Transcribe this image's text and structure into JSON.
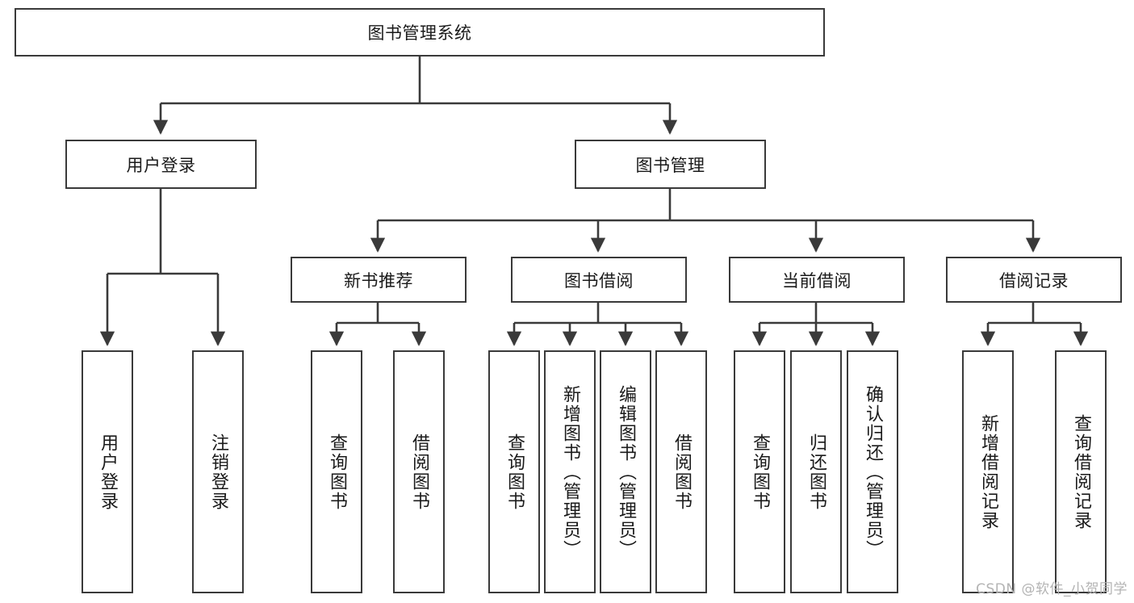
{
  "diagram": {
    "type": "tree",
    "title": "图书管理系统",
    "watermark": "CSDN @软件_小贺同学",
    "colors": {
      "stroke": "#3a3a3a",
      "fill": "#ffffff",
      "text": "#1a1a1a",
      "watermark": "#b4b4b4"
    },
    "nodes": {
      "root": {
        "label": "图书管理系统",
        "level": 1,
        "orientation": "horizontal"
      },
      "user_login": {
        "label": "用户登录",
        "level": 2,
        "orientation": "horizontal"
      },
      "book_manage": {
        "label": "图书管理",
        "level": 2,
        "orientation": "horizontal"
      },
      "new_book_rec": {
        "label": "新书推荐",
        "level": 3,
        "orientation": "horizontal"
      },
      "book_borrow": {
        "label": "图书借阅",
        "level": 3,
        "orientation": "horizontal"
      },
      "current_borrow": {
        "label": "当前借阅",
        "level": 3,
        "orientation": "horizontal"
      },
      "borrow_record": {
        "label": "借阅记录",
        "level": 3,
        "orientation": "horizontal"
      },
      "leaf_user_login": {
        "label": "用户登录",
        "level": 3,
        "orientation": "vertical"
      },
      "leaf_logout": {
        "label": "注销登录",
        "level": 3,
        "orientation": "vertical"
      },
      "leaf_query_book_1": {
        "label": "查询图书",
        "level": 4,
        "orientation": "vertical"
      },
      "leaf_borrow_book_1": {
        "label": "借阅图书",
        "level": 4,
        "orientation": "vertical"
      },
      "leaf_query_book_2": {
        "label": "查询图书",
        "level": 4,
        "orientation": "vertical"
      },
      "leaf_add_book": {
        "label": "新增图书（管理员）",
        "level": 4,
        "orientation": "vertical"
      },
      "leaf_edit_book": {
        "label": "编辑图书（管理员）",
        "level": 4,
        "orientation": "vertical"
      },
      "leaf_borrow_book_2": {
        "label": "借阅图书",
        "level": 4,
        "orientation": "vertical"
      },
      "leaf_query_book_3": {
        "label": "查询图书",
        "level": 4,
        "orientation": "vertical"
      },
      "leaf_return_book": {
        "label": "归还图书",
        "level": 4,
        "orientation": "vertical"
      },
      "leaf_confirm_return": {
        "label": "确认归还（管理员）",
        "level": 4,
        "orientation": "vertical"
      },
      "leaf_add_record": {
        "label": "新增借阅记录",
        "level": 4,
        "orientation": "vertical"
      },
      "leaf_query_record": {
        "label": "查询借阅记录",
        "level": 4,
        "orientation": "vertical"
      }
    },
    "edges": [
      {
        "from": "root",
        "to": "user_login"
      },
      {
        "from": "root",
        "to": "book_manage"
      },
      {
        "from": "user_login",
        "to": "leaf_user_login"
      },
      {
        "from": "user_login",
        "to": "leaf_logout"
      },
      {
        "from": "book_manage",
        "to": "new_book_rec"
      },
      {
        "from": "book_manage",
        "to": "book_borrow"
      },
      {
        "from": "book_manage",
        "to": "current_borrow"
      },
      {
        "from": "book_manage",
        "to": "borrow_record"
      },
      {
        "from": "new_book_rec",
        "to": "leaf_query_book_1"
      },
      {
        "from": "new_book_rec",
        "to": "leaf_borrow_book_1"
      },
      {
        "from": "book_borrow",
        "to": "leaf_query_book_2"
      },
      {
        "from": "book_borrow",
        "to": "leaf_add_book"
      },
      {
        "from": "book_borrow",
        "to": "leaf_edit_book"
      },
      {
        "from": "book_borrow",
        "to": "leaf_borrow_book_2"
      },
      {
        "from": "current_borrow",
        "to": "leaf_query_book_3"
      },
      {
        "from": "current_borrow",
        "to": "leaf_return_book"
      },
      {
        "from": "current_borrow",
        "to": "leaf_confirm_return"
      },
      {
        "from": "borrow_record",
        "to": "leaf_add_record"
      },
      {
        "from": "borrow_record",
        "to": "leaf_query_record"
      }
    ]
  }
}
